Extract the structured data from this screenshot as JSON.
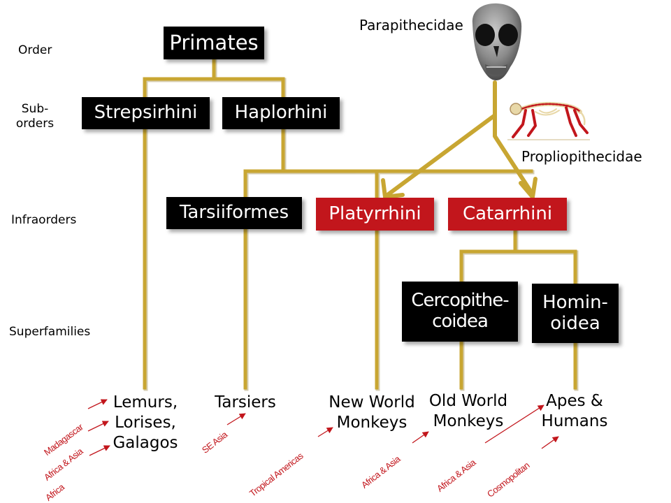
{
  "ranks": {
    "order": "Order",
    "suborders_line1": "Sub-",
    "suborders_line2": "orders",
    "infraorders": "Infraorders",
    "superfamilies": "Superfamilies"
  },
  "taxa": {
    "primates": "Primates",
    "strepsirhini": "Strepsirhini",
    "haplorhini": "Haplorhini",
    "tarsiiformes": "Tarsiiformes",
    "platyrrhini": "Platyrrhini",
    "catarrhini": "Catarrhini",
    "cercopithecoidea_line1": "Cercopithe-",
    "cercopithecoidea_line2": "coidea",
    "hominoidea_line1": "Homin-",
    "hominoidea_line2": "oidea"
  },
  "fossil_groups": {
    "parapithecidae": "Parapithecidae",
    "propliopithecidae": "Propliopithecidae"
  },
  "leaves": {
    "lemurs": [
      "Lemurs,",
      "Lorises,",
      "Galagos"
    ],
    "tarsiers": [
      "Tarsiers"
    ],
    "new_world": [
      "New World",
      "Monkeys"
    ],
    "old_world": [
      "Old World",
      "Monkeys"
    ],
    "apes": [
      "Apes &",
      "Humans"
    ]
  },
  "regions": {
    "madagascar": "Madagascar",
    "africa_asia_1": "Africa & Asia",
    "africa": "Africa",
    "se_asia": "SE Asia",
    "tropical_americas": "Tropical Americas",
    "africa_asia_2": "Africa & Asia",
    "africa_asia_3": "Africa & Asia",
    "cosmopolitan": "Cosmopolitan"
  },
  "colors": {
    "tree_line": "#c8a632",
    "tree_line_shadow": "#8a7020",
    "red_box": "#c2161c",
    "black_box": "#000000",
    "region_text": "#c2161c"
  }
}
